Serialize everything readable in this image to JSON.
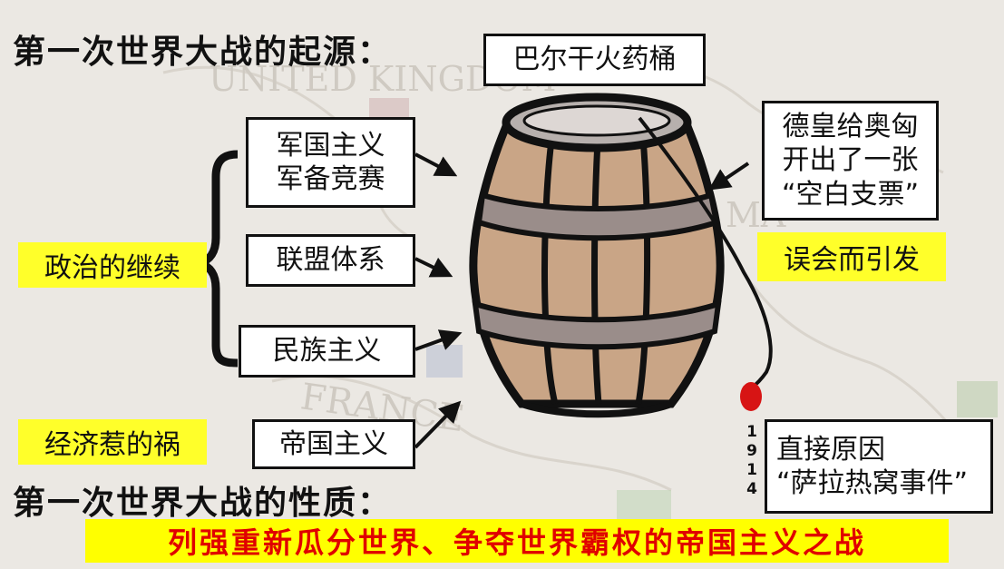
{
  "title": "第一次世界大战的起源：",
  "barrel_label": "巴尔干火药桶",
  "causes": [
    {
      "lines": [
        "军国主义",
        "军备竞赛"
      ]
    },
    {
      "lines": [
        "联盟体系"
      ]
    },
    {
      "lines": [
        "民族主义"
      ]
    },
    {
      "lines": [
        "帝国主义"
      ]
    }
  ],
  "brace_label": "政治的继续",
  "economy_label": "经济惹的祸",
  "germany_box": {
    "lines": [
      "德皇给奥匈",
      "开出了一张",
      "“空白支票”"
    ]
  },
  "misunderstanding_label": "误会而引发",
  "year_digits": [
    "1",
    "9",
    "1",
    "4"
  ],
  "direct_cause": {
    "lines": [
      "直接原因",
      "“萨拉热窝事件”"
    ]
  },
  "nature_title": "第一次世界大战的性质：",
  "nature_summary": "列强重新瓜分世界、争夺世界霸权的帝国主义之战",
  "background_text": {
    "uk": "UNITED KINGDOM",
    "fr": "FRANCE",
    "partial": "MA"
  },
  "colors": {
    "highlight": "#ffff2a",
    "summary_text": "#e00000",
    "fuse_spark": "#d71414",
    "barrel_wood": "#c9a586",
    "barrel_band": "#9a8d8a"
  }
}
